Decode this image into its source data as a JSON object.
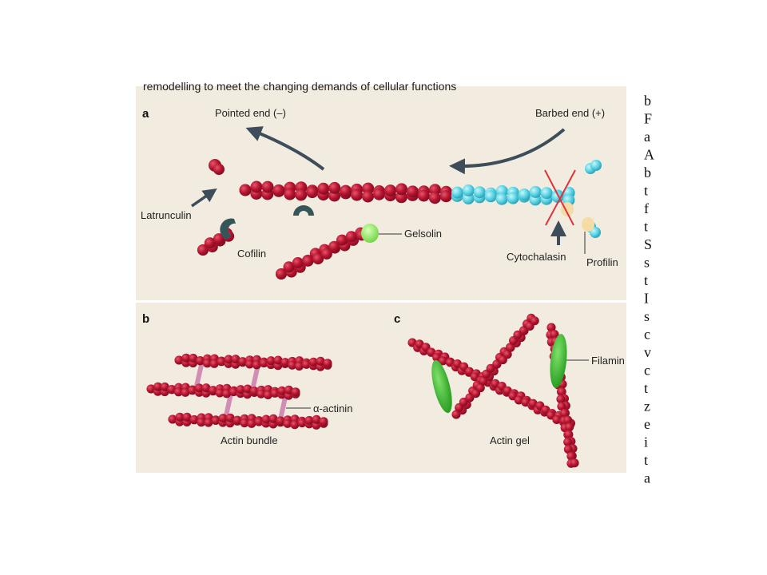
{
  "caption": "remodelling to meet the changing demands of cellular functions",
  "colors": {
    "panel_bg": "#f2ece0",
    "actin_red": "#b5142f",
    "actin_red_light": "#e0475f",
    "barbed_cyan": "#59d4e4",
    "cofilin": "#355659",
    "gelsolin": "#86e05a",
    "profilin": "#f5dba4",
    "arrow": "#3d4d59",
    "cross": "#e0323c",
    "actinin": "#d28db5",
    "filamin": "#3cb832"
  },
  "panel_a": {
    "letter": "a",
    "pointed_end": "Pointed end (–)",
    "barbed_end": "Barbed end (+)",
    "latrunculin": "Latrunculin",
    "cofilin": "Cofilin",
    "gelsolin": "Gelsolin",
    "cytochalasin": "Cytochalasin",
    "profilin": "Profilin"
  },
  "panel_b": {
    "letter": "b",
    "actinin": "α-actinin",
    "actin_bundle": "Actin bundle"
  },
  "panel_c": {
    "letter": "c",
    "filamin": "Filamin",
    "actin_gel": "Actin gel"
  },
  "side_text": [
    "b",
    "F",
    "a",
    "A",
    "b",
    "t",
    "f",
    "t",
    "S",
    "s",
    "t",
    "I",
    "s",
    "c",
    "v",
    "c",
    "t",
    "z",
    "e",
    "i",
    "t",
    "a"
  ]
}
